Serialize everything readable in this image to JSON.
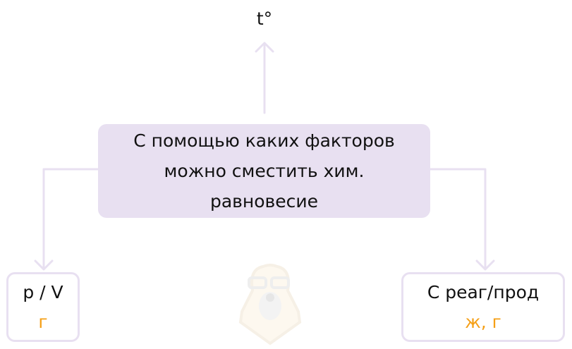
{
  "top_factor": {
    "label": "t°"
  },
  "center": {
    "question": "С помощью каких факторов можно сместить хим. равновесие"
  },
  "left_box": {
    "title": "p / V",
    "phase": "г"
  },
  "right_box": {
    "title": "C реаг/прод",
    "phase": "ж, г"
  },
  "colors": {
    "line": "#e8e0f1",
    "accent": "#f59f16",
    "box_fill": "#e8e0f1"
  }
}
